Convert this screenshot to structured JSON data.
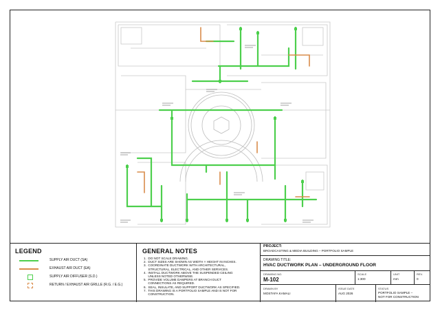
{
  "legend": {
    "title": "LEGEND",
    "items": [
      {
        "label": "SUPPLY AIR DUCT (SA)",
        "color": "#4ccf4c"
      },
      {
        "label": "EXHAUST AIR DUCT (EA)",
        "color": "#d98b4a"
      },
      {
        "label": "SUPPLY AIR DIFFUSER (S.D.)",
        "color": "#4ccf4c"
      },
      {
        "label": "RETURN / EXHAUST AIR GRILLE (R.G. / E.G.)",
        "color": "#d98b4a"
      }
    ]
  },
  "notes": {
    "title": "GENERAL NOTES",
    "items": [
      "1.  DO NOT SCALE DRAWING.",
      "2.  DUCT SIZES ARE SHOWN AS WIDTH × HEIGHT IN INCHES.",
      "3.  COORDINATE DUCTWORK WITH ARCHITECTURAL,",
      "     STRUCTURAL, ELECTRICAL, AND OTHER SERVICES.",
      "4.  INSTALL DUCTWORK ABOVE THE SUSPENDED CEILING",
      "     UNLESS NOTED OTHERWISE.",
      "5.  PROVIDE VOLUME DAMPERS AT BRANCH DUCT",
      "     CONNECTIONS AS REQUIRED.",
      "6.  SEAL, INSULATE, AND SUPPORT DUCTWORK AS SPECIFIED.",
      "7.  THIS DRAWING IS A PORTFOLIO SAMPLE AND IS NOT FOR",
      "     CONSTRUCTION."
    ]
  },
  "project": {
    "label": "PROJECT:",
    "name": "BROADCASTING & MEDIA BUILDING – PORTFOLIO SAMPLE",
    "title_label": "DRAWING TITLE:",
    "title": "HVAC DUCTWORK PLAN – UNDERGROUND FLOOR",
    "drawing_no_label": "DRAWING NO.",
    "drawing_no": "M-102",
    "scale_label": "SCALE",
    "scale": "1:300",
    "unit_label": "UNIT",
    "unit": "mm",
    "rev_label": "REV.",
    "rev": "0",
    "drawn_by_label": "DRAWN BY",
    "drawn_by": "MOSTAFA KAMALI",
    "issue_date_label": "ISSUE DATE",
    "issue_date": "AUG 2026",
    "status_label": "STATUS",
    "status_line1": "PORTFOLIO SAMPLE –",
    "status_line2": "NOT FOR CONSTRUCTION"
  },
  "colors": {
    "supply": "#4ccf4c",
    "exhaust": "#d98b4a",
    "wall": "#bdbdbd",
    "text": "#111111"
  }
}
